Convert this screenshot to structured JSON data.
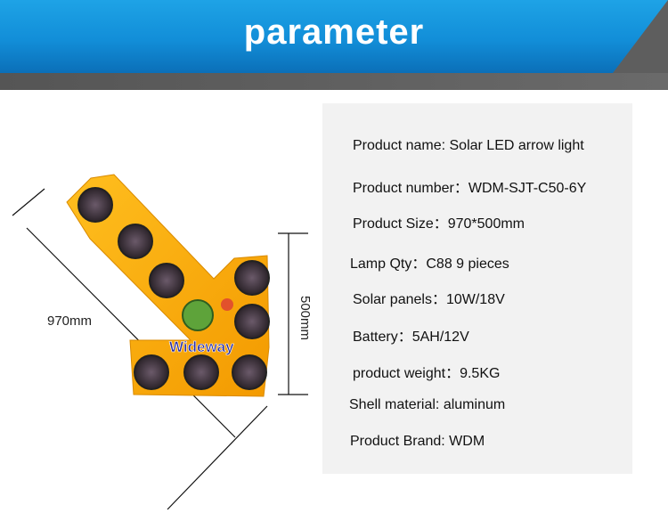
{
  "header": {
    "title": "parameter"
  },
  "diagram": {
    "width_label": "970mm",
    "height_label": "500mm",
    "brand_logo": "Wideway"
  },
  "specs": [
    {
      "label": "Product name: ",
      "value": "Solar LED arrow light"
    },
    {
      "label": "Product number：",
      "value": "WDM-SJT-C50-6Y"
    },
    {
      "label": "Product Size：",
      "value": "970*500mm"
    },
    {
      "label": "Lamp Qty：",
      "value": "C88 9 pieces"
    },
    {
      "label": "Solar panels：",
      "value": "10W/18V"
    },
    {
      "label": "Battery：",
      "value": "5AH/12V"
    },
    {
      "label": "product weight：",
      "value": "9.5KG"
    },
    {
      "label": "Shell material: ",
      "value": "aluminum"
    },
    {
      "label": "Product Brand: ",
      "value": "WDM"
    }
  ],
  "colors": {
    "banner_blue": "#128ed8",
    "panel_orange": "#f7a600",
    "spec_bg": "#f2f2f2"
  }
}
